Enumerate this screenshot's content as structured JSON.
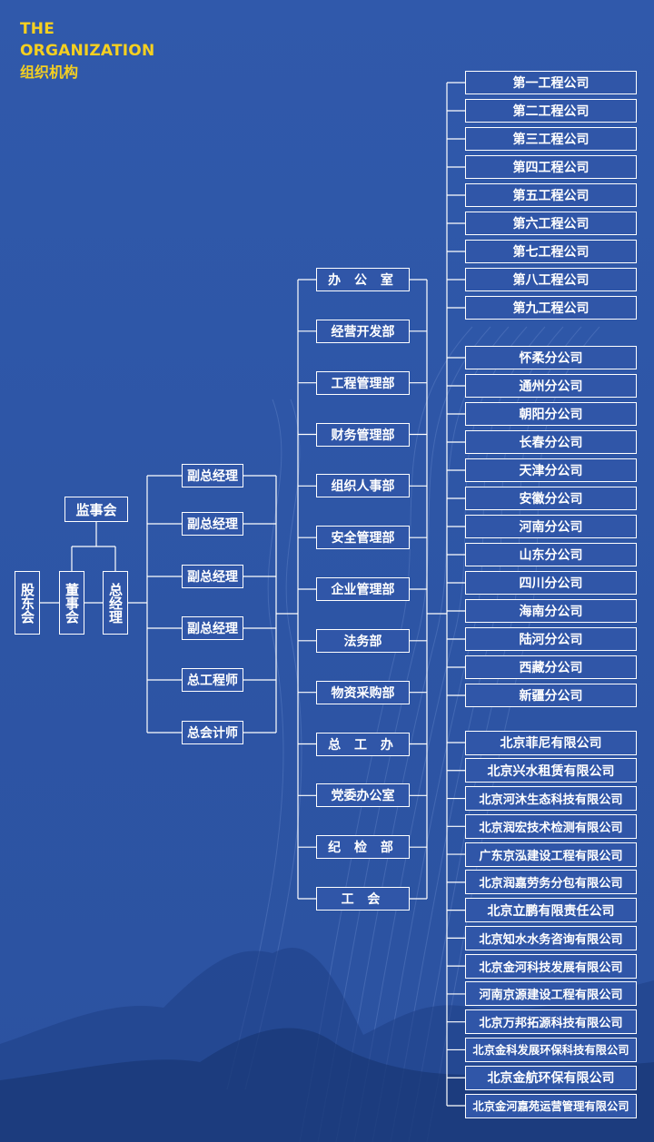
{
  "header": {
    "line1": "THE",
    "line2": "ORGANIZATION",
    "line3": "组织机构"
  },
  "top": {
    "shareholders": "股东会",
    "supervisors": "监事会",
    "board": "董事会",
    "gm": "总经理"
  },
  "executives": [
    "副总经理",
    "副总经理",
    "副总经理",
    "副总经理",
    "总工程师",
    "总会计师"
  ],
  "departments": [
    "办 公 室",
    "经营开发部",
    "工程管理部",
    "财务管理部",
    "组织人事部",
    "安全管理部",
    "企业管理部",
    "法务部",
    "物资采购部",
    "总 工 办",
    "党委办公室",
    "纪 检 部",
    "工 会"
  ],
  "engineering_companies": [
    "第一工程公司",
    "第二工程公司",
    "第三工程公司",
    "第四工程公司",
    "第五工程公司",
    "第六工程公司",
    "第七工程公司",
    "第八工程公司",
    "第九工程公司"
  ],
  "branch_companies": [
    "怀柔分公司",
    "通州分公司",
    "朝阳分公司",
    "长春分公司",
    "天津分公司",
    "安徽分公司",
    "河南分公司",
    "山东分公司",
    "四川分公司",
    "海南分公司",
    "陆河分公司",
    "西藏分公司",
    "新疆分公司"
  ],
  "subsidiaries": [
    "北京菲尼有限公司",
    "北京兴水租赁有限公司",
    "北京河沐生态科技有限公司",
    "北京润宏技术检测有限公司",
    "广东京泓建设工程有限公司",
    "北京润嘉劳务分包有限公司",
    "北京立鹏有限责任公司",
    "北京知水水务咨询有限公司",
    "北京金河科技发展有限公司",
    "河南京源建设工程有限公司",
    "北京万邦拓源科技有限公司",
    "北京金科发展环保科技有限公司",
    "北京金航环保有限公司",
    "北京金河嘉苑运营管理有限公司"
  ]
}
